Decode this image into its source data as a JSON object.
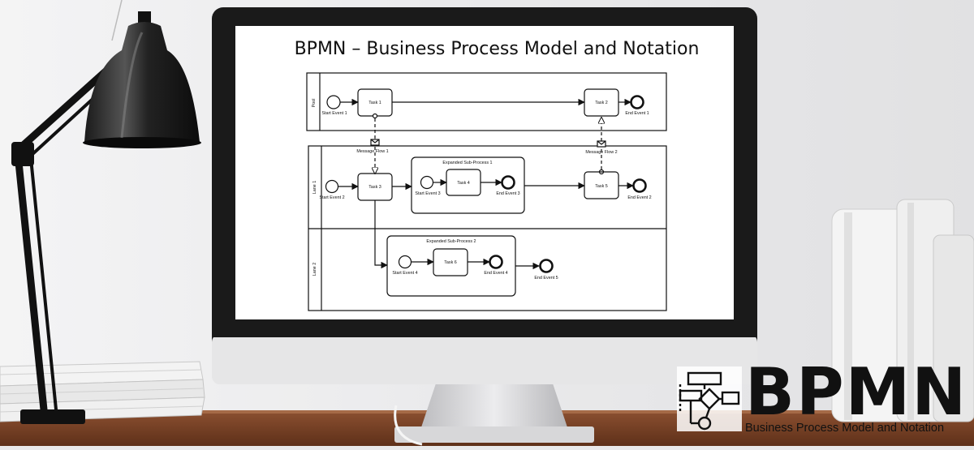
{
  "screen": {
    "title": "BPMN – Business Process Model and Notation"
  },
  "diagram": {
    "pool_label": "Pool",
    "lane1_label": "Lane 1",
    "lane2_label": "Lane 2",
    "start_event_1": "Start Event 1",
    "task_1": "Task 1",
    "task_2": "Task 2",
    "end_event_1": "End Event 1",
    "message_flow_1": "Message Flow 1",
    "message_flow_2": "Message Flow 2",
    "start_event_2": "Start Event 2",
    "task_3": "Task 3",
    "subprocess_1_title": "Expanded Sub-Process 1",
    "start_event_3": "Start Event 3",
    "task_4": "Task 4",
    "end_event_3": "End Event 3",
    "task_5": "Task 5",
    "end_event_2": "End Event 2",
    "subprocess_2_title": "Expanded Sub-Process 2",
    "start_event_4": "Start Event 4",
    "task_6": "Task 6",
    "end_event_4": "End Event 4",
    "end_event_5": "End Event 5"
  },
  "brand": {
    "word": "BPMN",
    "subtitle": "Business Process Model and Notation",
    "icon": "flowchart-icon"
  }
}
